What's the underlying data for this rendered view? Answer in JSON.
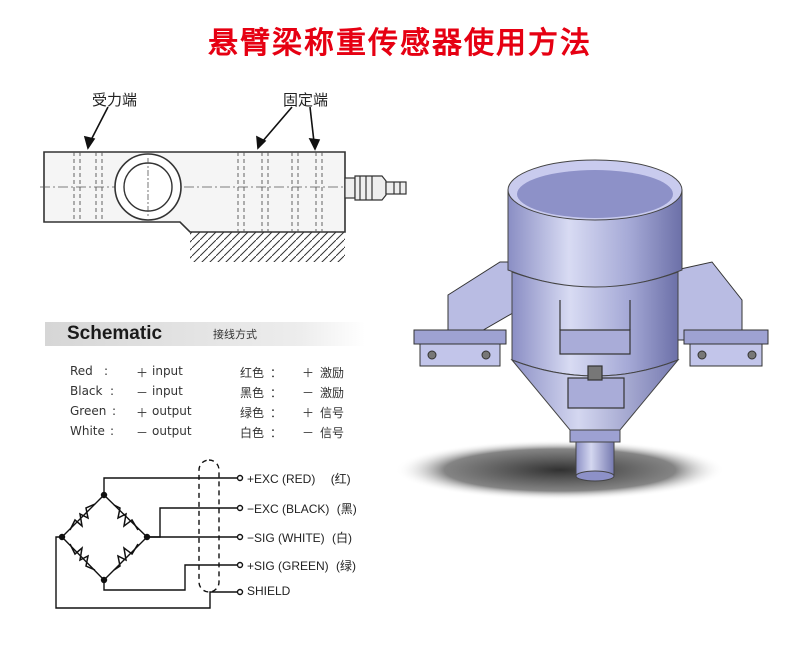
{
  "title": "悬臂梁称重传感器使用方法",
  "callouts": {
    "force_end": "受力端",
    "fixed_end": "固定端"
  },
  "schematic": {
    "heading": "Schematic",
    "subheading": "接线方式",
    "wires": [
      {
        "en_color": "Red",
        "en_sep": ":",
        "en_sign": "＋",
        "en_func": "input",
        "cn_color": "红色",
        "cn_sep": "：",
        "cn_sign": "＋",
        "cn_func": "激励"
      },
      {
        "en_color": "Black",
        "en_sep": ":",
        "en_sign": "－",
        "en_func": "input",
        "cn_color": "黑色",
        "cn_sep": "：",
        "cn_sign": "－",
        "cn_func": "激励"
      },
      {
        "en_color": "Green",
        "en_sep": ":",
        "en_sign": "＋",
        "en_func": "output",
        "cn_color": "绿色",
        "cn_sep": "：",
        "cn_sign": "＋",
        "cn_func": "信号"
      },
      {
        "en_color": "White",
        "en_sep": ":",
        "en_sign": "－",
        "en_func": "output",
        "cn_color": "白色",
        "cn_sep": "：",
        "cn_sign": "－",
        "cn_func": "信号"
      }
    ],
    "terminals": [
      {
        "label": "+EXC (RED)",
        "cn": "(红)"
      },
      {
        "label": "−EXC (BLACK)",
        "cn": "(黑)"
      },
      {
        "label": "−SIG (WHITE)",
        "cn": "(白)"
      },
      {
        "label": "+SIG (GREEN)",
        "cn": "(绿)"
      },
      {
        "label": "SHIELD",
        "cn": ""
      }
    ]
  }
}
